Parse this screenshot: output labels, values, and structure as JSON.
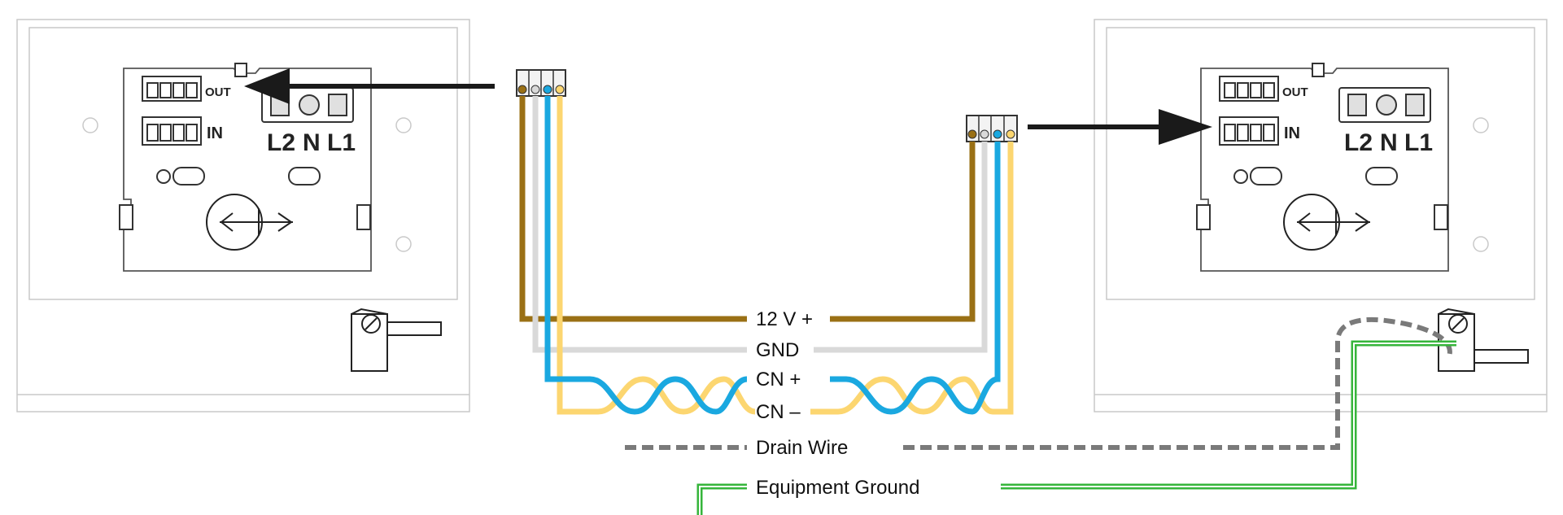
{
  "panels": [
    {
      "out_label": "OUT",
      "in_label": "IN",
      "l2_label": "L2",
      "n_label": "N",
      "l1_label": "L1"
    },
    {
      "out_label": "OUT",
      "in_label": "IN",
      "l2_label": "L2",
      "n_label": "N",
      "l1_label": "L1"
    }
  ],
  "wires": {
    "v12": {
      "label": "12 V +",
      "color": "#9a7015"
    },
    "gnd": {
      "label": "GND",
      "color": "#d9d9d9"
    },
    "cn_plus": {
      "label": "CN +",
      "color": "#1aa8e0"
    },
    "cn_minus": {
      "label": "CN –",
      "color": "#fcd670"
    },
    "drain": {
      "label": "Drain Wire",
      "color": "#7a7a7a"
    },
    "equipment_ground": {
      "label": "Equipment Ground",
      "color": "#36b53b"
    }
  },
  "colors": {
    "arrow": "#1a1a1a",
    "outline": "#c9c9c9"
  }
}
